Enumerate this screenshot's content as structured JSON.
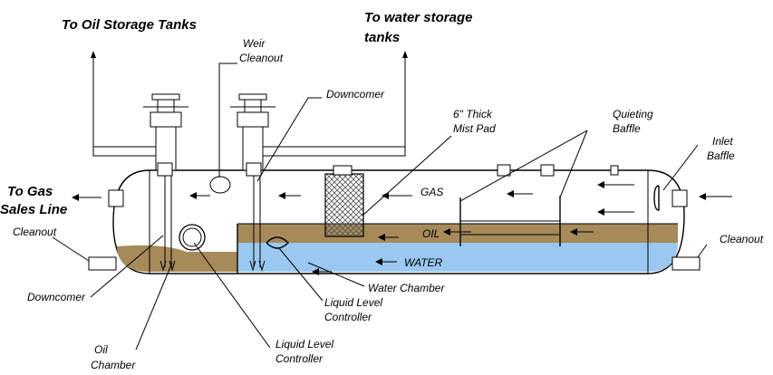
{
  "labels": {
    "oil_storage": "To Oil Storage Tanks",
    "water_storage_1": "To water storage",
    "water_storage_2": "tanks",
    "gas_sales_1": "To Gas",
    "gas_sales_2": "Sales Line",
    "weir_cleanout_1": "Weir",
    "weir_cleanout_2": "Cleanout",
    "downcomer_top": "Downcomer",
    "mist_pad_1": "6\" Thick",
    "mist_pad_2": "Mist Pad",
    "quieting_baffle_1": "Quieting",
    "quieting_baffle_2": "Baffle",
    "inlet_baffle_1": "Inlet",
    "inlet_baffle_2": "Baffle",
    "gas": "GAS",
    "oil": "OIL",
    "water": "WATER",
    "cleanout_left": "Cleanout",
    "cleanout_right": "Cleanout",
    "water_chamber": "Water Chamber",
    "llc_right_1": "Liquid Level",
    "llc_right_2": "Controller",
    "downcomer_bottom": "Downcomer",
    "oil_chamber_1": "Oil",
    "oil_chamber_2": "Chamber",
    "llc_left_1": "Liquid Level",
    "llc_left_2": "Controller"
  },
  "colors": {
    "oil": "#a68a5a",
    "water": "#9ac8f0",
    "mist_pad": "#a0a0a0",
    "line": "#000000"
  }
}
